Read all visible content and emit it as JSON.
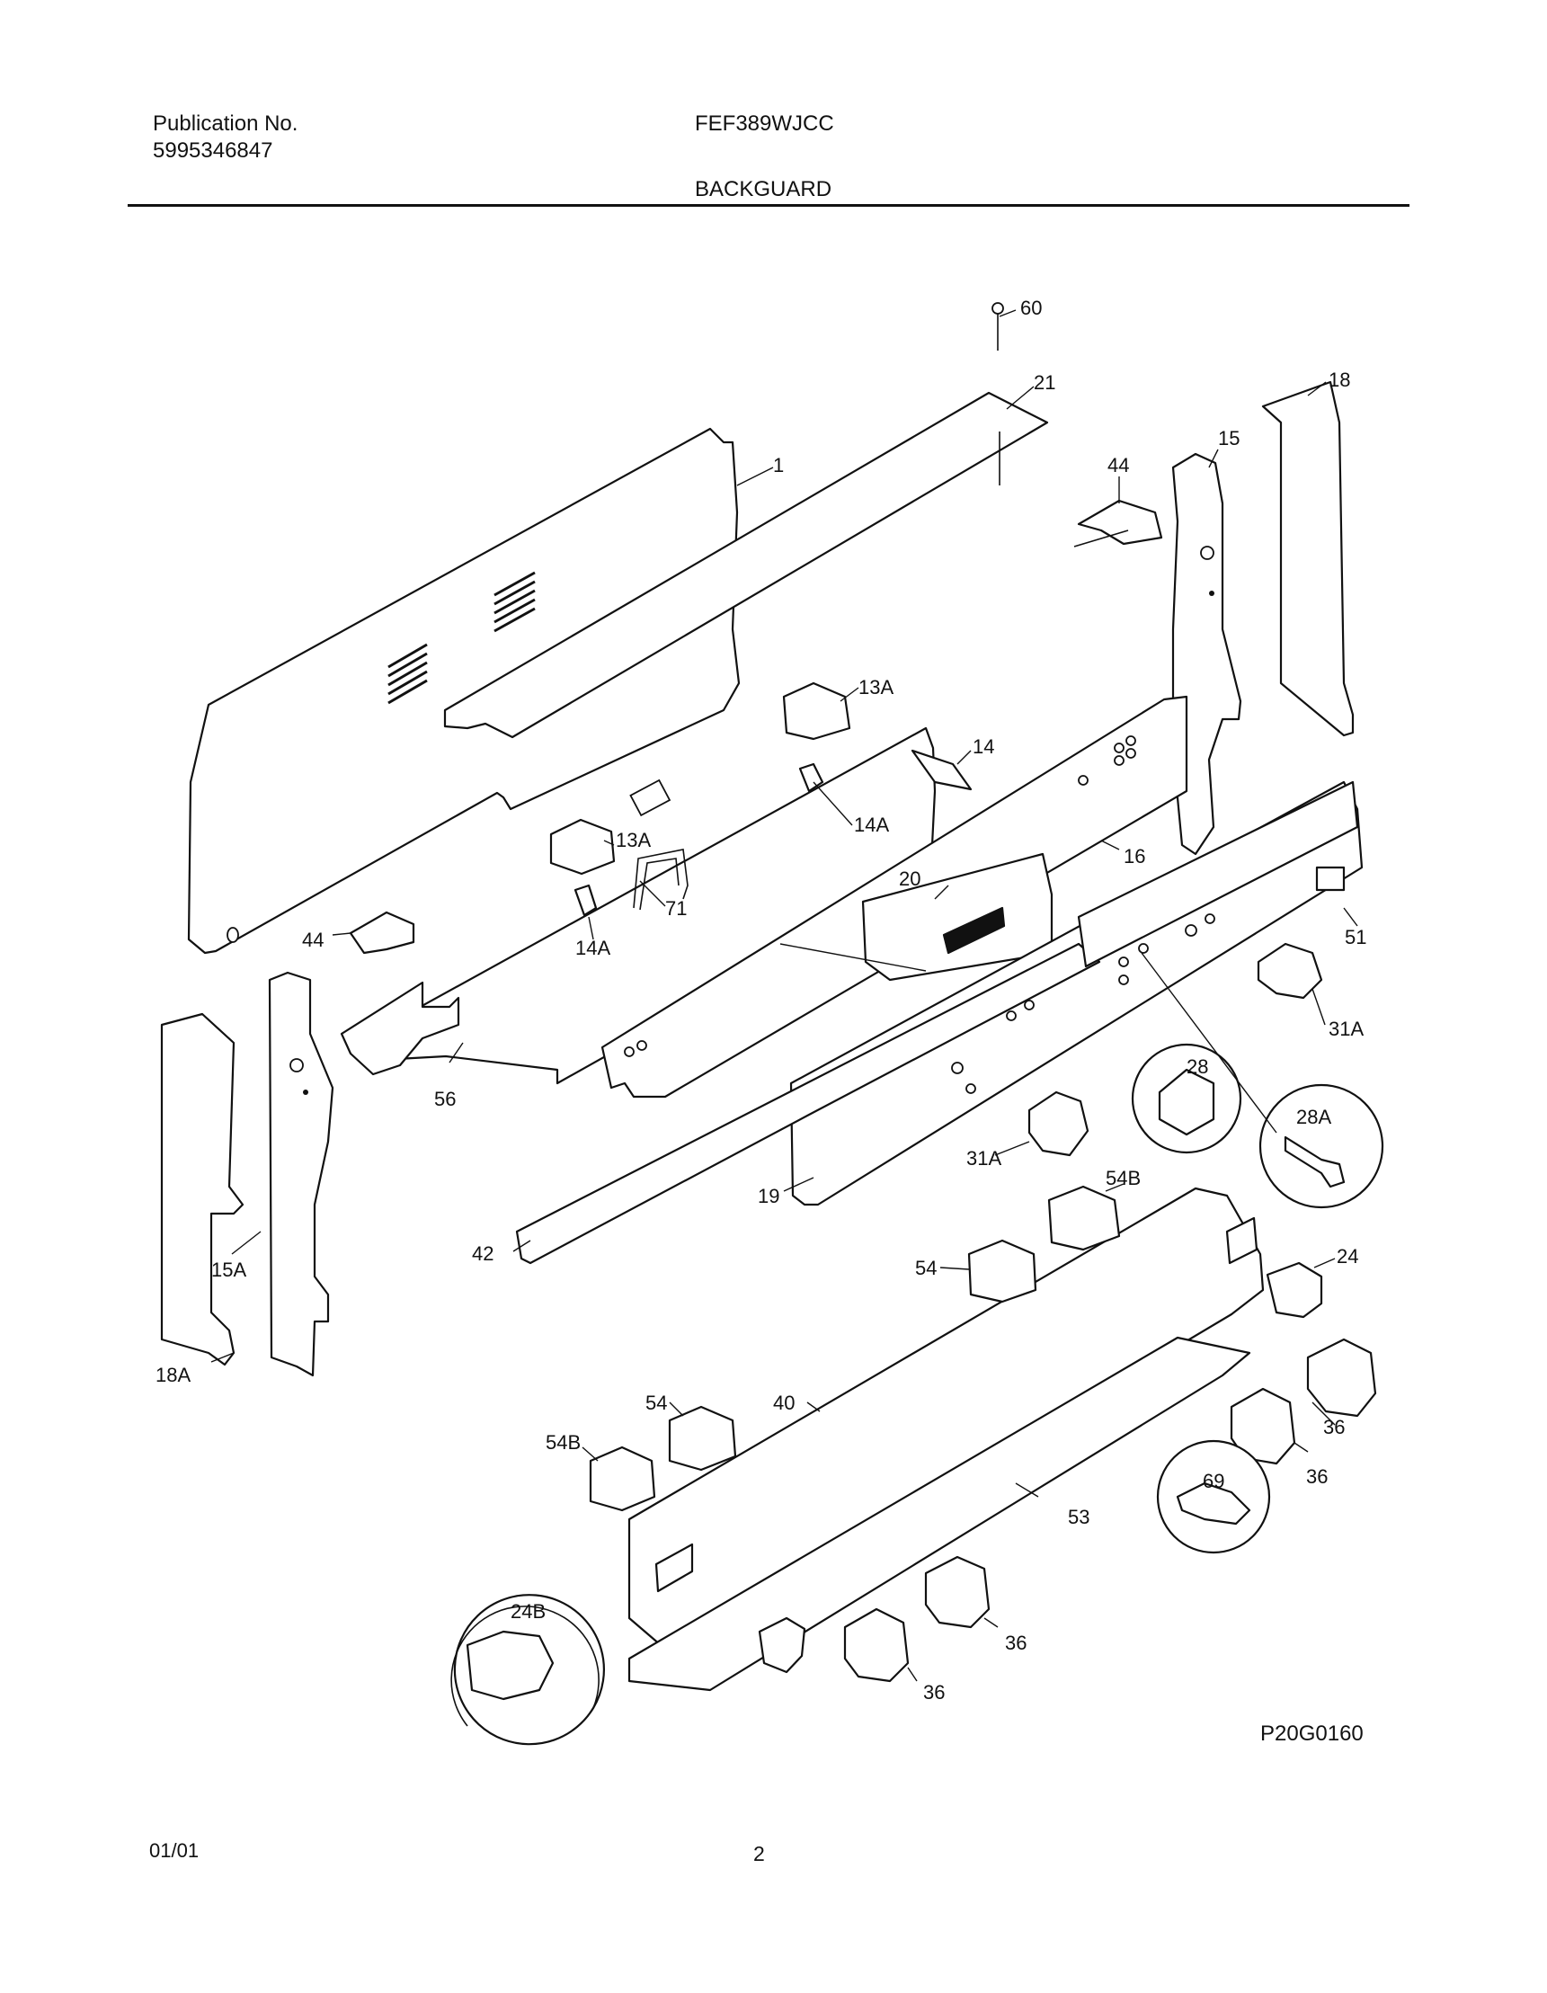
{
  "header": {
    "publication_label": "Publication No.",
    "publication_number": "5995346847",
    "model": "FEF389WJCC",
    "section_title": "BACKGUARD"
  },
  "diagram": {
    "drawing_code": "P20G0160",
    "part_callouts": [
      "60",
      "21",
      "18",
      "1",
      "44",
      "15",
      "13A",
      "14",
      "14A",
      "13A",
      "16",
      "20",
      "71",
      "51",
      "14A",
      "44",
      "31A",
      "28",
      "28A",
      "56",
      "31A",
      "19",
      "54B",
      "42",
      "24",
      "54",
      "15A",
      "18A",
      "54",
      "40",
      "54B",
      "36",
      "36",
      "69",
      "53",
      "24B",
      "36",
      "36"
    ]
  },
  "footer": {
    "date": "01/01",
    "page_number": "2"
  }
}
